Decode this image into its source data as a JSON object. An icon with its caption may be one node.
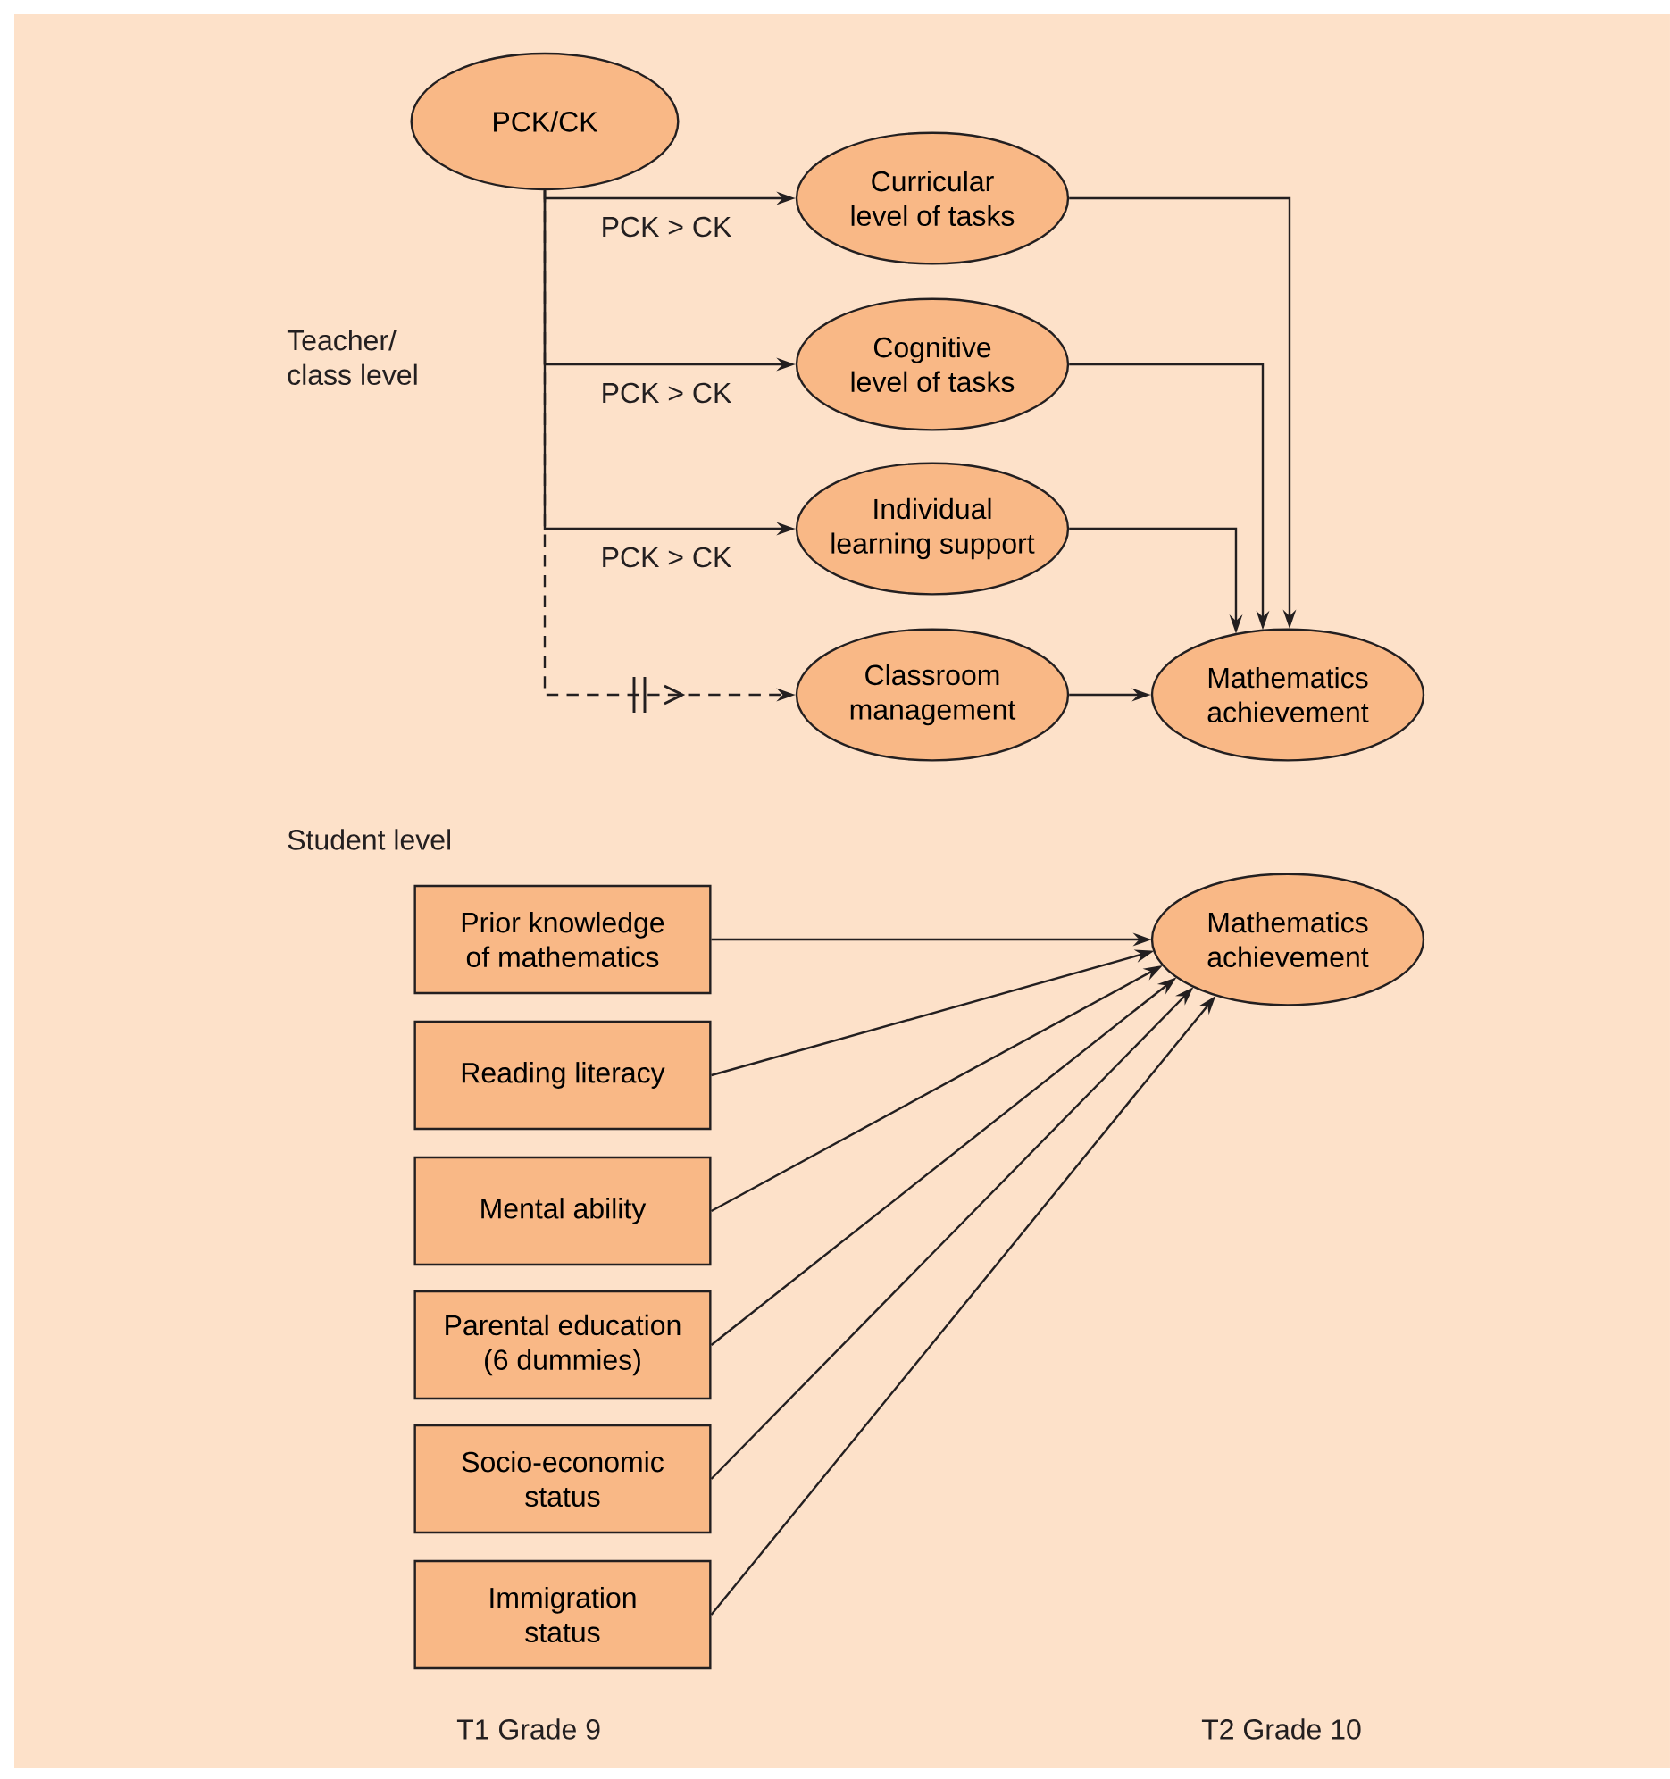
{
  "diagram": {
    "nodes": [
      {
        "text": [
          "PCK/CK"
        ]
      },
      {
        "text": [
          "Curricular level of tasks"
        ]
      },
      {
        "text": [
          "Cognitive level of tasks"
        ]
      },
      {
        "text": [
          "Individual learning support"
        ]
      },
      {
        "text": [
          "Classroom management"
        ]
      },
      {
        "text": [
          "Mathematics achievement"
        ]
      },
      {
        "text": [
          "Mathematics achievement"
        ]
      },
      {
        "text": [
          "Prior knowledge of mathematics"
        ]
      },
      {
        "text": [
          "Reading literacy"
        ]
      },
      {
        "text": [
          "Mental ability"
        ]
      },
      {
        "text": [
          "Parental education (6 dummies)"
        ]
      },
      {
        "text": [
          "Socio-economic status"
        ]
      },
      {
        "text": [
          "Immigration status"
        ]
      }
    ],
    "edges": [
      {
        "from": 0,
        "to": 1,
        "arrow": "to",
        "label": "PCK > CK"
      },
      {
        "from": 0,
        "to": 2,
        "arrow": "to",
        "label": "PCK > CK"
      },
      {
        "from": 0,
        "to": 3,
        "arrow": "to",
        "label": "PCK > CK"
      },
      {
        "from": 0,
        "to": 4,
        "arrow": "to",
        "style": "dashed"
      },
      {
        "from": 1,
        "to": 5,
        "arrow": "to"
      },
      {
        "from": 2,
        "to": 5,
        "arrow": "to"
      },
      {
        "from": 3,
        "to": 5,
        "arrow": "to"
      },
      {
        "from": 4,
        "to": 5,
        "arrow": "to"
      },
      {
        "from": 7,
        "to": 6,
        "arrow": "to"
      },
      {
        "from": 8,
        "to": 6,
        "arrow": "to"
      },
      {
        "from": 9,
        "to": 6,
        "arrow": "to"
      },
      {
        "from": 10,
        "to": 6,
        "arrow": "to"
      },
      {
        "from": 11,
        "to": 6,
        "arrow": "to"
      },
      {
        "from": 12,
        "to": 6,
        "arrow": "to"
      }
    ],
    "labels": [
      "Teacher/ class level",
      "Student level",
      "T1 Grade 9",
      "T2 Grade 10"
    ]
  }
}
